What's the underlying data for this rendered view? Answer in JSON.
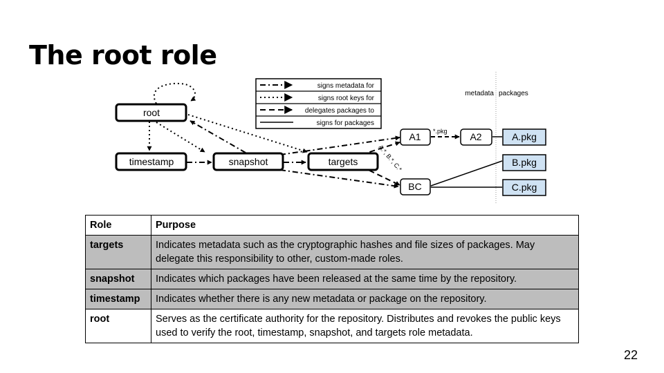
{
  "title": "The root role",
  "page_number": "22",
  "diagram": {
    "legend": [
      {
        "label": "signs metadata for",
        "style": "dash-dot"
      },
      {
        "label": "signs root keys for",
        "style": "dotted"
      },
      {
        "label": "delegates packages to",
        "style": "dashed"
      },
      {
        "label": "signs for packages",
        "style": "solid"
      }
    ],
    "column_labels": {
      "metadata": "metadata",
      "packages": "packages"
    },
    "nodes": {
      "root": "root",
      "timestamp": "timestamp",
      "snapshot": "snapshot",
      "targets": "targets",
      "a1": "A1",
      "a2": "A2",
      "bc": "BC",
      "apkg": "A.pkg",
      "bpkg": "B.pkg",
      "cpkg": "C.pkg"
    },
    "edge_labels": {
      "pkg_pattern": "*.pkg",
      "delegation_pattern": "A.*, B.*, C.*"
    },
    "colors": {
      "package_fill": "#cfe2f3",
      "stroke": "#000000"
    }
  },
  "table": {
    "headers": [
      "Role",
      "Purpose"
    ],
    "rows": [
      {
        "role": "targets",
        "purpose": "Indicates metadata such as the cryptographic hashes and file sizes of packages. May delegate this responsibility to other, custom-made roles."
      },
      {
        "role": "snapshot",
        "purpose": "Indicates which packages have been released at the same time by the repository."
      },
      {
        "role": "timestamp",
        "purpose": "Indicates whether there is any new metadata or package on the repository."
      },
      {
        "role": "root",
        "purpose": "Serves as the certificate authority for the repository. Distributes and revokes the public keys used to verify the root, timestamp, snapshot, and targets role metadata."
      }
    ],
    "shaded_color": "#bdbdbd"
  }
}
